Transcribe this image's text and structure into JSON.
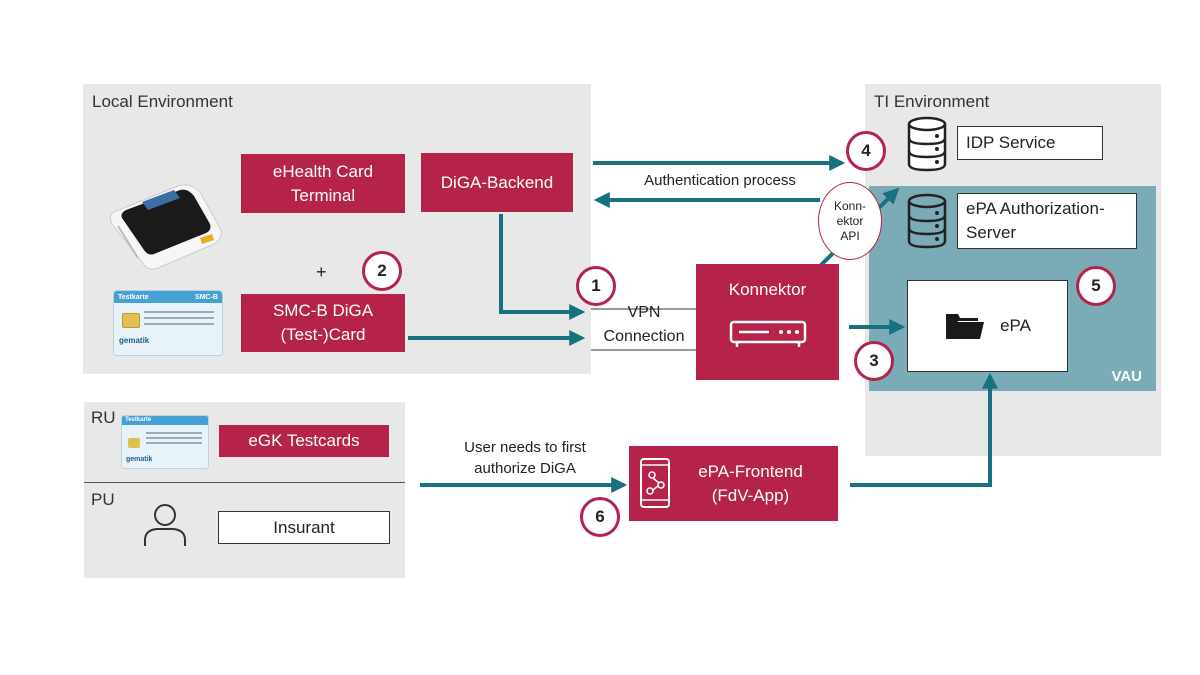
{
  "local_env": {
    "label": "Local Environment"
  },
  "ti_env": {
    "label": "TI Environment",
    "vau_label": "VAU"
  },
  "ru_pu": {
    "ru_label": "RU",
    "pu_label": "PU"
  },
  "boxes": {
    "ehealth_terminal": "eHealth Card\nTerminal",
    "diga_backend": "DiGA-Backend",
    "smcb_card": "SMC-B DiGA\n(Test-)Card",
    "konnektor": "Konnektor",
    "egk_testcards": "eGK Testcards",
    "insurant": "Insurant",
    "epa_frontend": "ePA-Frontend\n(FdV-App)",
    "idp_service": "IDP Service",
    "epa_auth_server": "ePA Authorization-\nServer",
    "epa": "ePA"
  },
  "labels": {
    "plus": "+",
    "auth_process": "Authentication process",
    "vpn": "VPN\nConnection",
    "konnektor_api": "Konn-\nektor\nAPI",
    "user_authorize": "User needs to first\nauthorize DiGA"
  },
  "steps": [
    "1",
    "2",
    "3",
    "4",
    "5",
    "6"
  ],
  "cards": {
    "smcb_title": "Testkarte",
    "smcb_type": "SMC-B",
    "egk_title": "Testkarte",
    "brand": "gematik"
  },
  "colors": {
    "accent": "#b5234a",
    "arrow": "#19707e",
    "vau": "#7aabb7",
    "panel": "#e8e8e8"
  },
  "icons": [
    "card-terminal-icon",
    "smartcard-icon",
    "server-device-icon",
    "database-icon",
    "folder-icon",
    "person-icon",
    "mobile-app-icon"
  ]
}
